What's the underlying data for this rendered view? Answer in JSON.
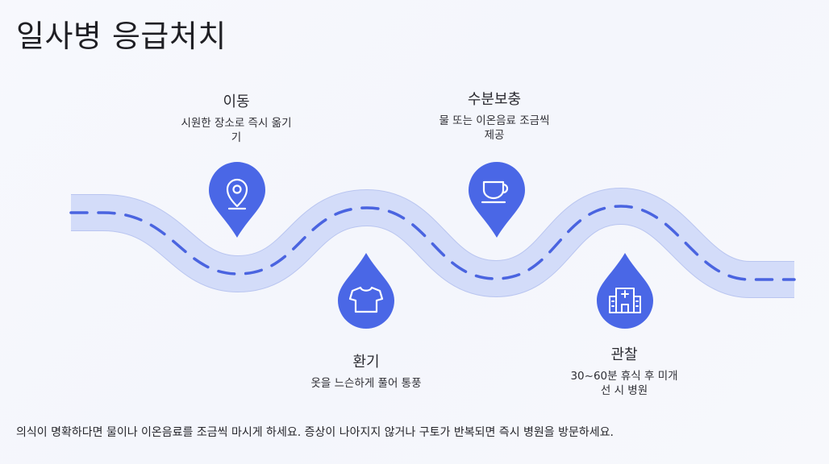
{
  "title": "일사병 응급처치",
  "steps": [
    {
      "title": "이동",
      "description": "시원한 장소로 즉시 옮기\n기",
      "icon": "location-pin-icon"
    },
    {
      "title": "환기",
      "description": "옷을 느슨하게 풀어 통풍",
      "icon": "t-shirt-icon"
    },
    {
      "title": "수분보충",
      "description": "물 또는 이온음료 조금씩\n제공",
      "icon": "cup-icon"
    },
    {
      "title": "관찰",
      "description": "30~60분 휴식 후 미개\n선 시 병원",
      "icon": "hospital-icon"
    }
  ],
  "footer": "의식이 명확하다면 물이나 이온음료를 조금씩 마시게 하세요. 증상이 나아지지 않거나 구토가 반복되면 즉시 병원을 방문하세요.",
  "colors": {
    "road_fill": "#d3dcf9",
    "road_edge": "#b9c5f0",
    "road_dash": "#4a64e0",
    "marker": "#4a67e6",
    "icon_stroke": "#ffffff"
  }
}
